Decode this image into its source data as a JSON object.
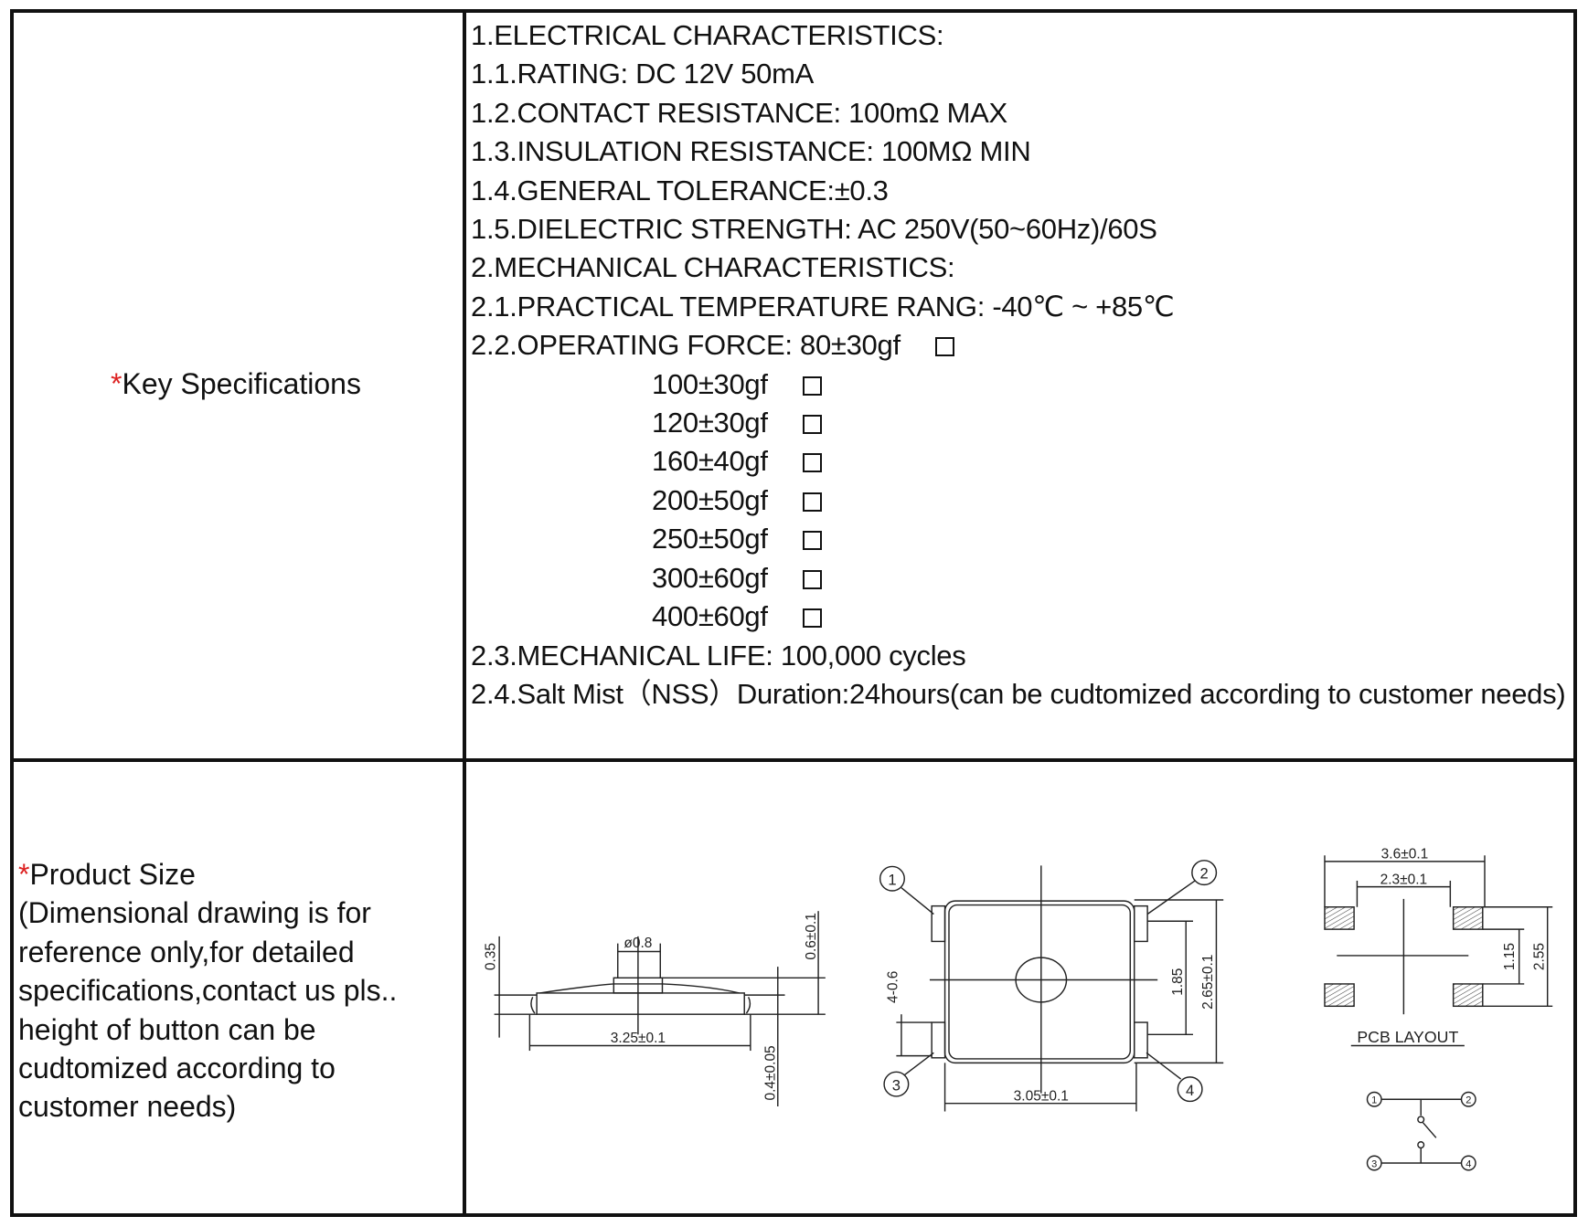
{
  "key_specifications": {
    "marker": "*",
    "label": "Key Specifications",
    "lines": [
      "1.ELECTRICAL CHARACTERISTICS:",
      "1.1.RATING: DC 12V 50mA",
      "1.2.CONTACT RESISTANCE: 100mΩ MAX",
      "1.3.INSULATION RESISTANCE: 100MΩ MIN",
      "1.4.GENERAL TOLERANCE:±0.3",
      "1.5.DIELECTRIC STRENGTH: AC 250V(50~60Hz)/60S",
      "2.MECHANICAL CHARACTERISTICS:",
      "2.1.PRACTICAL TEMPERATURE RANG: -40℃ ~ +85℃"
    ],
    "operating_force_label": "2.2.OPERATING FORCE: 80±30gf",
    "force_options": [
      "100±30gf",
      "120±30gf",
      "160±40gf",
      "200±50gf",
      "250±50gf",
      "300±60gf",
      "400±60gf"
    ],
    "mechanical_life": "2.3.MECHANICAL LIFE: 100,000 cycles",
    "salt_mist": "2.4.Salt Mist（NSS）Duration:24hours(can be cudtomized according to customer needs)"
  },
  "product_size": {
    "marker": "*",
    "label": "Product Size",
    "note": "(Dimensional drawing is for reference only,for detailed specifications,contact us pls.. height of button can be cudtomized according to customer needs)"
  },
  "drawing": {
    "side": {
      "dia": "ø0.8",
      "h1": "0.35",
      "h2": "0.6±0.1",
      "h3": "0.4±0.05",
      "width": "3.25±0.1"
    },
    "top": {
      "pin1": "1",
      "pin2": "2",
      "pin3": "3",
      "pin4": "4",
      "pad": "4-0.6",
      "inner": "1.85",
      "height": "2.65±0.1",
      "width": "3.05±0.1"
    },
    "pcb": {
      "outer": "3.6±0.1",
      "inner": "2.3±0.1",
      "pitch_inner": "1.15",
      "pitch_outer": "2.55",
      "title": "PCB LAYOUT"
    },
    "schematic": {
      "p1": "1",
      "p2": "2",
      "p3": "3",
      "p4": "4"
    }
  }
}
